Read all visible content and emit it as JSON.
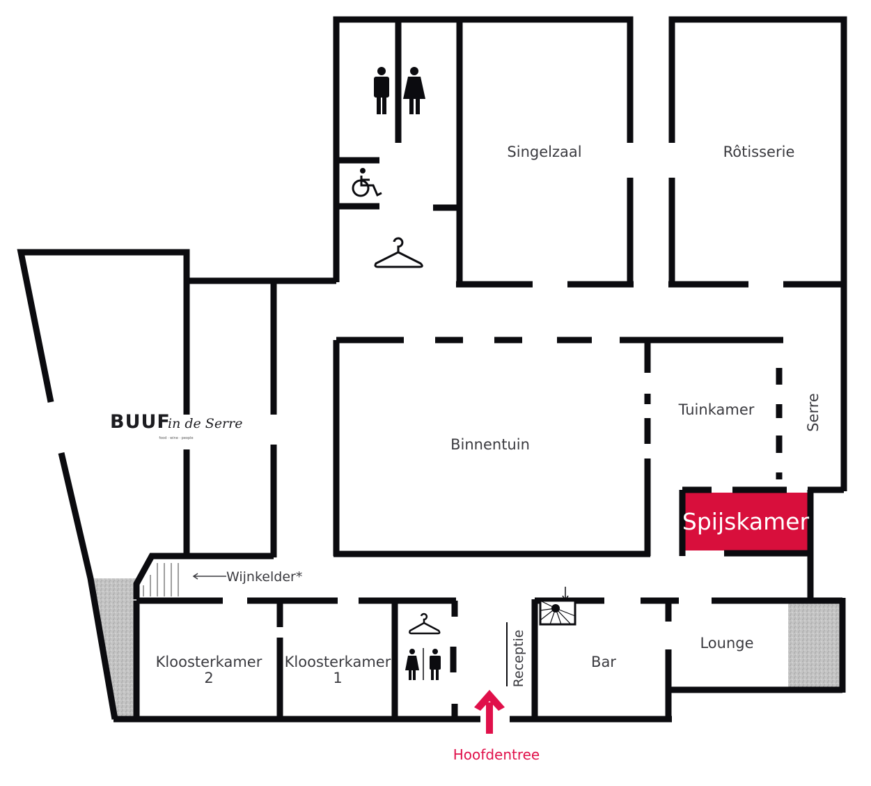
{
  "rooms": {
    "singelzaal": "Singelzaal",
    "rotisserie": "Rôtisserie",
    "binnentuin": "Binnentuin",
    "tuinkamer": "Tuinkamer",
    "serre": "Serre",
    "spijskamer": "Spijskamer",
    "wijnkelder": "Wijnkelder*",
    "kloosterkamer2_line1": "Kloosterkamer",
    "kloosterkamer2_line2": "2",
    "kloosterkamer1_line1": "Kloosterkamer",
    "kloosterkamer1_line2": "1",
    "receptie": "Receptie",
    "bar": "Bar",
    "lounge": "Lounge"
  },
  "logo": {
    "main": "BUUF",
    "script": "in de Serre",
    "sub": "food · wine · people"
  },
  "entrance": {
    "label": "Hoofdentree"
  },
  "colors": {
    "wall": "#0b0b0f",
    "highlight": "#d80f3c",
    "entrance": "#e0104a",
    "hatch": "#c8c8c8"
  },
  "icons": [
    "male-toilet-icon",
    "female-toilet-icon",
    "wheelchair-icon",
    "coat-hanger-icon",
    "spiral-stairs-icon",
    "stairs-icon",
    "arrow-left-icon",
    "arrow-up-icon"
  ]
}
